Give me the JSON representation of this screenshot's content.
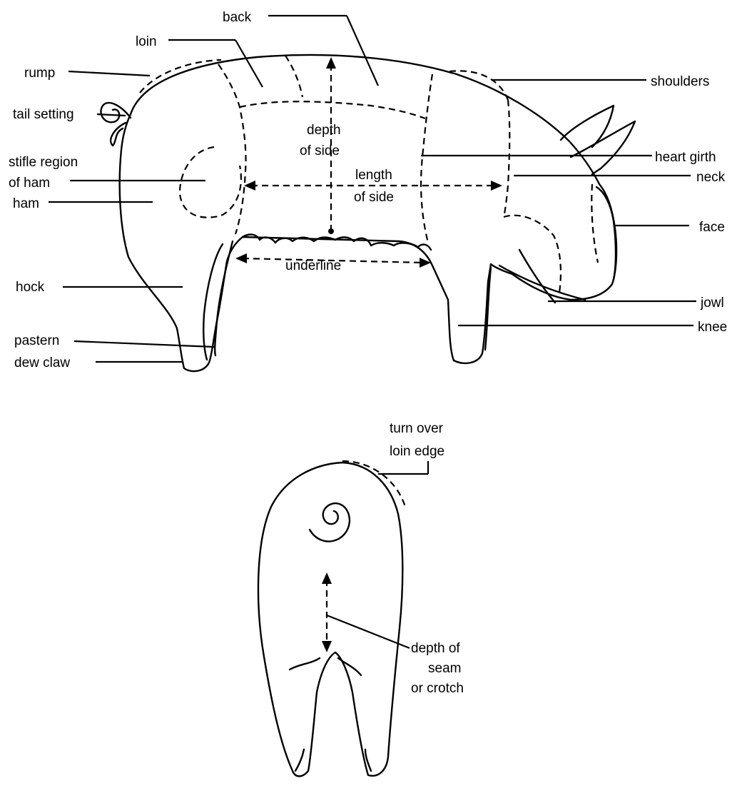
{
  "side_view": {
    "labels": {
      "back": "back",
      "loin": "loin",
      "rump": "rump",
      "tail_setting": "tail setting",
      "stifle_line1": "stifle region",
      "stifle_line2": "of ham",
      "ham": "ham",
      "hock": "hock",
      "pastern": "pastern",
      "dew_claw": "dew claw",
      "depth_line1": "depth",
      "depth_line2": "of side",
      "length_line1": "length",
      "length_line2": "of side",
      "underline": "underline",
      "shoulders": "shoulders",
      "heart_girth": "heart girth",
      "neck": "neck",
      "face": "face",
      "jowl": "jowl",
      "knee": "knee"
    }
  },
  "rear_view": {
    "labels": {
      "turn_line1": "turn over",
      "turn_line2": "loin edge",
      "seam_line1": "depth of",
      "seam_line2": "seam",
      "seam_line3": "or crotch"
    }
  }
}
